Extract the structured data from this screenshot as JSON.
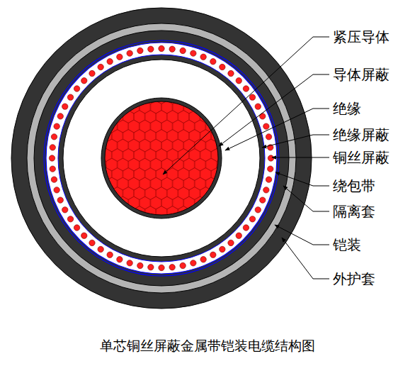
{
  "diagram": {
    "caption": "单芯铜丝屏蔽金属带铠装电缆结构图",
    "labels": [
      "紧压导体",
      "导体屏蔽",
      "绝缘",
      "绝缘屏蔽",
      "铜丝屏蔽",
      "绕包带",
      "隔离套",
      "铠装",
      "外护套"
    ]
  }
}
